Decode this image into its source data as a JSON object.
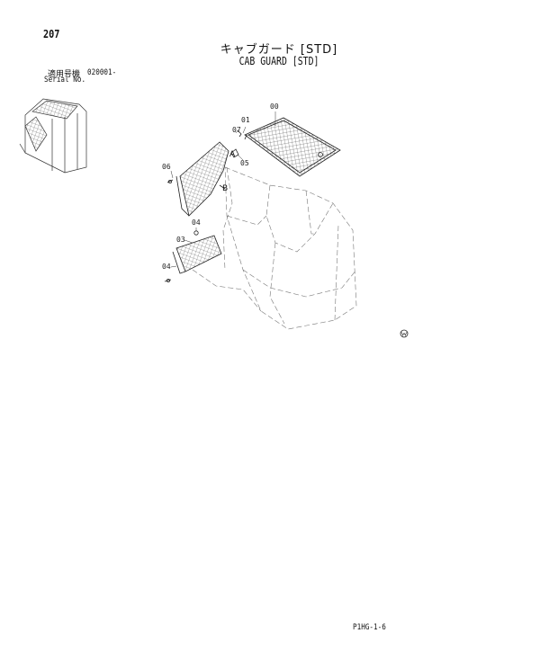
{
  "page": {
    "number": "207",
    "title_jp": "キャブガード [STD]",
    "title_en": "CAB GUARD [STD]",
    "serial_label_jp": "適用号機",
    "serial_value": "020001-",
    "serial_label_en": "Serial No.",
    "footer_code": "P1HG-1-6"
  },
  "callouts": {
    "c00": "00",
    "c01": "01",
    "c03": "03",
    "c04a": "04",
    "c04b": "04",
    "c05": "05",
    "c06": "06",
    "c07": "07",
    "ref_a": "A",
    "ref_b": "B"
  },
  "icons": {
    "corner_mark": "circled-w-symbol"
  }
}
